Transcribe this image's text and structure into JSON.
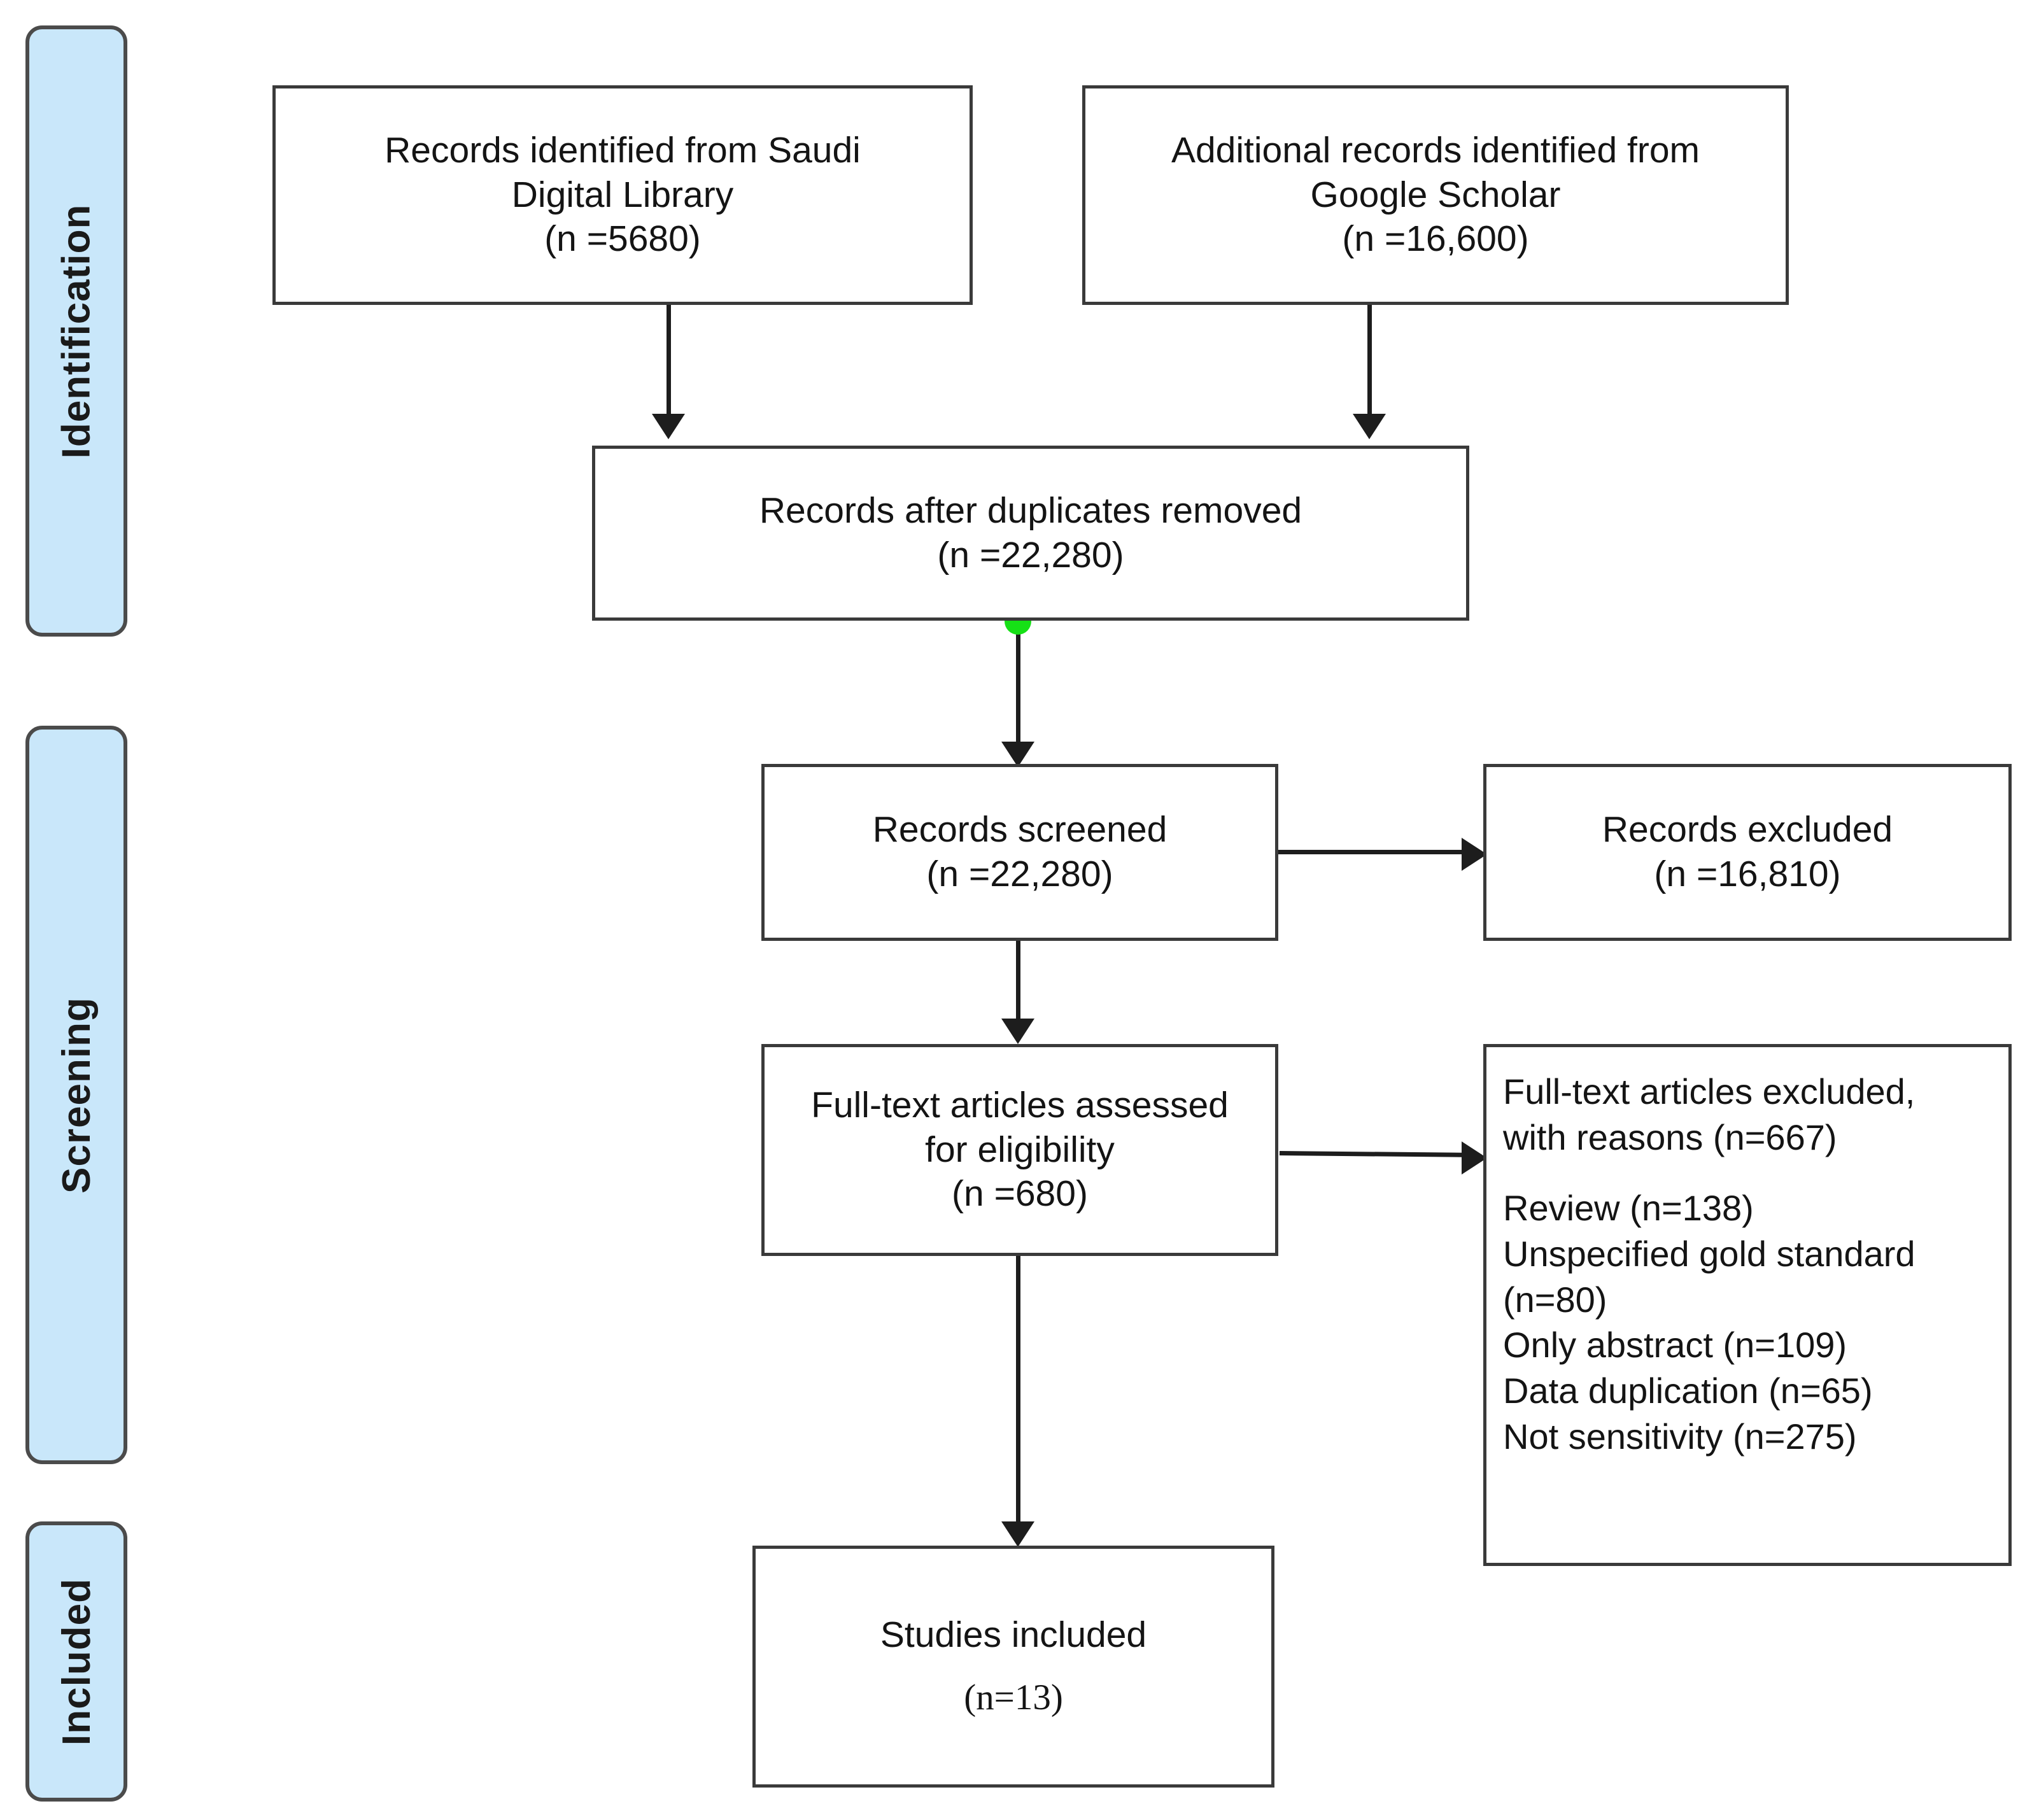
{
  "diagram": {
    "type": "prisma-flow-diagram",
    "accent_color": "#C9E7FA",
    "node_color": "#16E016",
    "line_color": "#1d1d1d"
  },
  "stages": [
    {
      "label": "Identification"
    },
    {
      "label": "Screening"
    },
    {
      "label": "Included"
    }
  ],
  "boxes": {
    "saudi_digital_library": {
      "line1": "Records identified from Saudi",
      "line2": "Digital Library",
      "line3": "(n =5680)"
    },
    "google_scholar": {
      "line1": "Additional records identified from",
      "line2": "Google Scholar",
      "line3": "(n =16,600)"
    },
    "duplicates_removed": {
      "line1": "Records after duplicates removed",
      "line2": "(n =22,280)"
    },
    "records_screened": {
      "line1": "Records screened",
      "line2": "(n =22,280)"
    },
    "records_excluded": {
      "line1": "Records excluded",
      "line2": "(n =16,810)"
    },
    "fulltext_assessed": {
      "line1": "Full-text articles assessed",
      "line2": "for eligibility",
      "line3": "(n =680)"
    },
    "fulltext_excluded": {
      "line1": "Full-text articles excluded,",
      "line2": "with reasons (n=667)",
      "reasons": [
        "Review  (n=138)",
        "Unspecified gold standard",
        "(n=80)",
        "Only abstract (n=109)",
        "Data duplication (n=65)",
        "Not sensitivity (n=275)"
      ]
    },
    "studies_included": {
      "line1": "Studies included",
      "line2": "(n=13)"
    }
  },
  "chart_data": {
    "type": "diagram",
    "title": "PRISMA study selection flow",
    "nodes": [
      {
        "id": "saudi_digital_library",
        "label": "Records identified from Saudi Digital Library",
        "n": 5680
      },
      {
        "id": "google_scholar",
        "label": "Additional records identified from Google Scholar",
        "n": 16600
      },
      {
        "id": "duplicates_removed",
        "label": "Records after duplicates removed",
        "n": 22280
      },
      {
        "id": "records_screened",
        "label": "Records screened",
        "n": 22280
      },
      {
        "id": "records_excluded",
        "label": "Records excluded",
        "n": 16810
      },
      {
        "id": "fulltext_assessed",
        "label": "Full-text articles assessed for eligibility",
        "n": 680
      },
      {
        "id": "fulltext_excluded",
        "label": "Full-text articles excluded, with reasons",
        "n": 667
      },
      {
        "id": "studies_included",
        "label": "Studies included",
        "n": 13
      }
    ],
    "exclusion_reasons": [
      {
        "reason": "Review",
        "n": 138
      },
      {
        "reason": "Unspecified gold standard",
        "n": 80
      },
      {
        "reason": "Only abstract",
        "n": 109
      },
      {
        "reason": "Data duplication",
        "n": 65
      },
      {
        "reason": "Not sensitivity",
        "n": 275
      }
    ],
    "edges": [
      {
        "from": "saudi_digital_library",
        "to": "duplicates_removed"
      },
      {
        "from": "google_scholar",
        "to": "duplicates_removed"
      },
      {
        "from": "duplicates_removed",
        "to": "records_screened"
      },
      {
        "from": "records_screened",
        "to": "records_excluded"
      },
      {
        "from": "records_screened",
        "to": "fulltext_assessed"
      },
      {
        "from": "fulltext_assessed",
        "to": "fulltext_excluded"
      },
      {
        "from": "fulltext_assessed",
        "to": "studies_included"
      }
    ]
  }
}
